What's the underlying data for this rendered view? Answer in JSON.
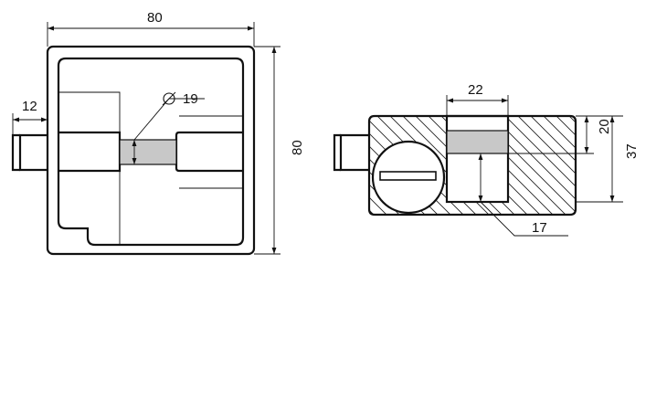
{
  "dimensions": {
    "front_width": "80",
    "front_height": "80",
    "pin_length": "12",
    "bore_diameter": "19",
    "section_top_width": "22",
    "section_depth": "20",
    "section_height": "37",
    "section_bottom": "17"
  },
  "colors": {
    "line": "#111111",
    "fill_gray": "#c8c8c8",
    "background": "#ffffff"
  }
}
